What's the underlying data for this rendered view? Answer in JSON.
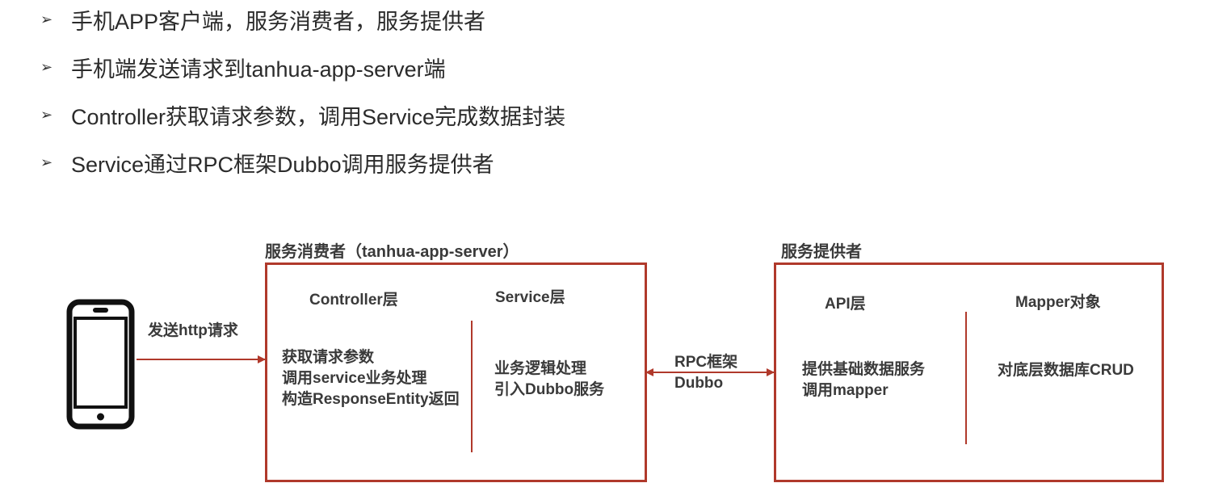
{
  "bullets": {
    "marker": "➢",
    "items": [
      "手机APP客户端，服务消费者，服务提供者",
      "手机端发送请求到tanhua-app-server端",
      "Controller获取请求参数，调用Service完成数据封装",
      "Service通过RPC框架Dubbo调用服务提供者"
    ]
  },
  "diagram": {
    "phone_icon": "smartphone-icon",
    "send_label": "发送http请求",
    "consumer": {
      "title": "服务消费者（tanhua-app-server）",
      "controller_title": "Controller层",
      "controller_lines": [
        "获取请求参数",
        "调用service业务处理",
        "构造ResponseEntity返回"
      ],
      "service_title": "Service层",
      "service_lines": [
        "业务逻辑处理",
        "引入Dubbo服务"
      ]
    },
    "rpc_lines": [
      "RPC框架",
      "Dubbo"
    ],
    "provider": {
      "title": "服务提供者",
      "api_title": "API层",
      "api_lines": [
        "提供基础数据服务",
        "调用mapper"
      ],
      "mapper_title": "Mapper对象",
      "mapper_lines": [
        "对底层数据库CRUD"
      ]
    },
    "colors": {
      "accent": "#b0392b",
      "text": "#333333",
      "phone": "#111111"
    }
  }
}
